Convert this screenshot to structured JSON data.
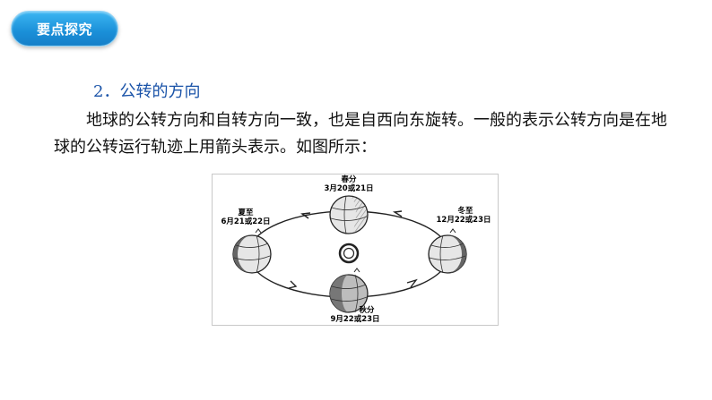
{
  "badge": {
    "label": "要点探究"
  },
  "section": {
    "title": "2．公转的方向",
    "paragraph": "地球的公转方向和自转方向一致，也是自西向东旋转。一般的表示公转方向是在地球的公转运行轨迹上用箭头表示。如图所示："
  },
  "figure": {
    "spring": {
      "name": "春分",
      "date": "3月20或21日"
    },
    "summer": {
      "name": "夏至",
      "date": "6月21或22日"
    },
    "winter": {
      "name": "冬至",
      "date": "12月22或23日"
    },
    "autumn": {
      "name": "秋分",
      "date": "9月22或23日"
    }
  },
  "colors": {
    "badge": "#1a8fd8",
    "title": "#1a53a8",
    "earth_shadow": "#777777"
  }
}
